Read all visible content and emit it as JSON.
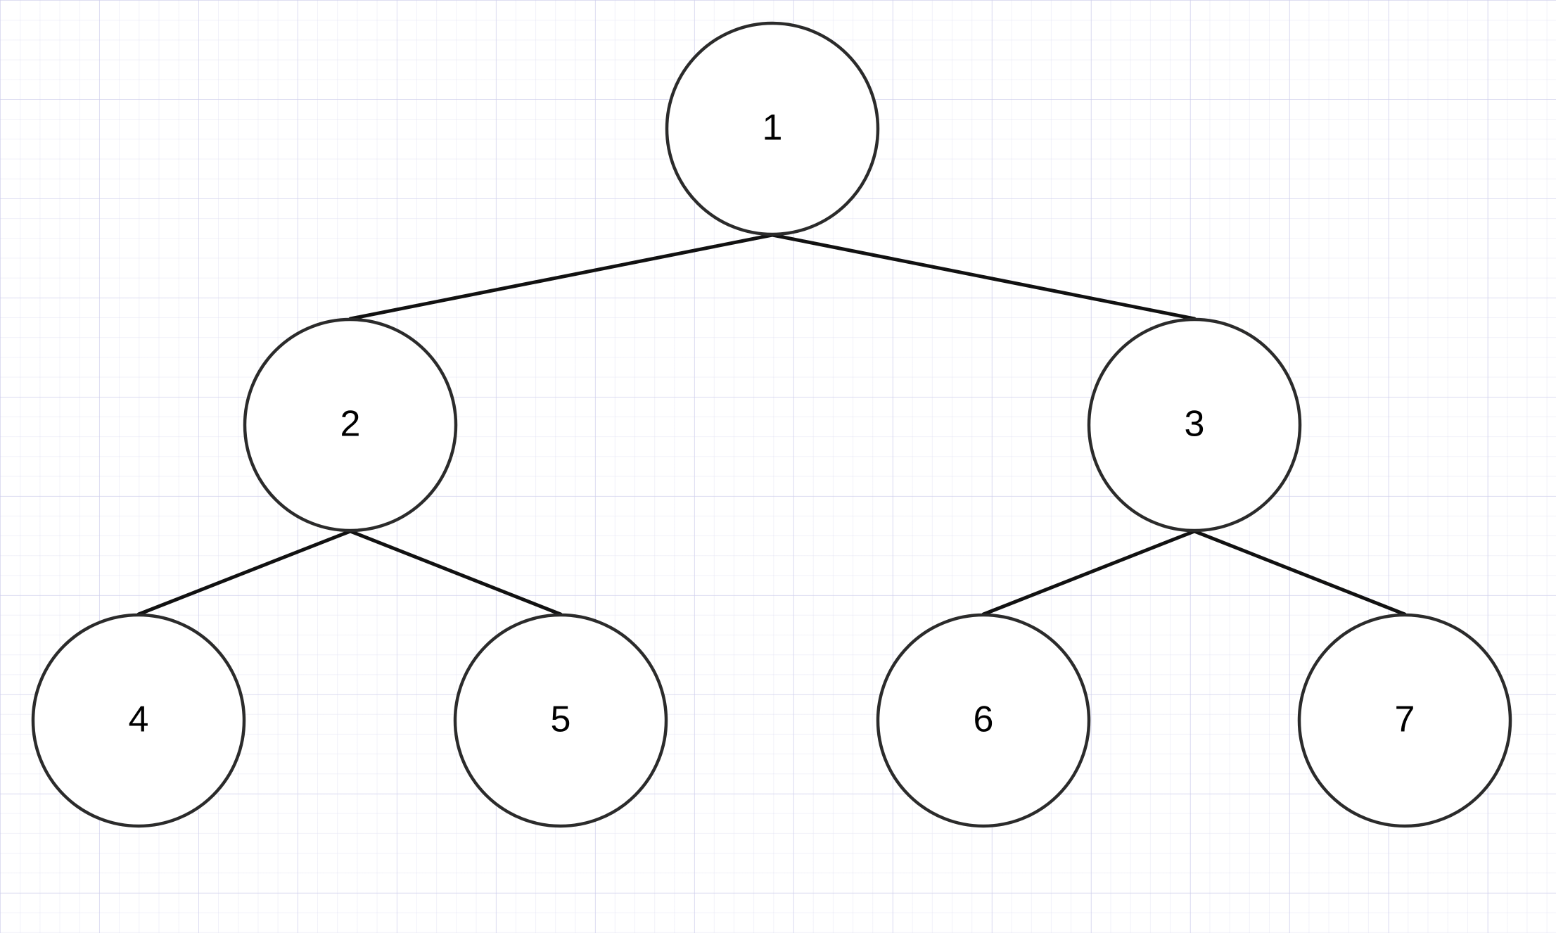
{
  "tree": {
    "colors": {
      "node_fill": "#ffffff",
      "node_stroke": "#2b2b2b",
      "edge": "#111111",
      "grid": "#cdcdeb"
    },
    "nodes": [
      {
        "id": "1",
        "label": "1"
      },
      {
        "id": "2",
        "label": "2"
      },
      {
        "id": "3",
        "label": "3"
      },
      {
        "id": "4",
        "label": "4"
      },
      {
        "id": "5",
        "label": "5"
      },
      {
        "id": "6",
        "label": "6"
      },
      {
        "id": "7",
        "label": "7"
      }
    ],
    "edges": [
      {
        "from": "1",
        "to": "2"
      },
      {
        "from": "1",
        "to": "3"
      },
      {
        "from": "2",
        "to": "4"
      },
      {
        "from": "2",
        "to": "5"
      },
      {
        "from": "3",
        "to": "6"
      },
      {
        "from": "3",
        "to": "7"
      }
    ]
  }
}
